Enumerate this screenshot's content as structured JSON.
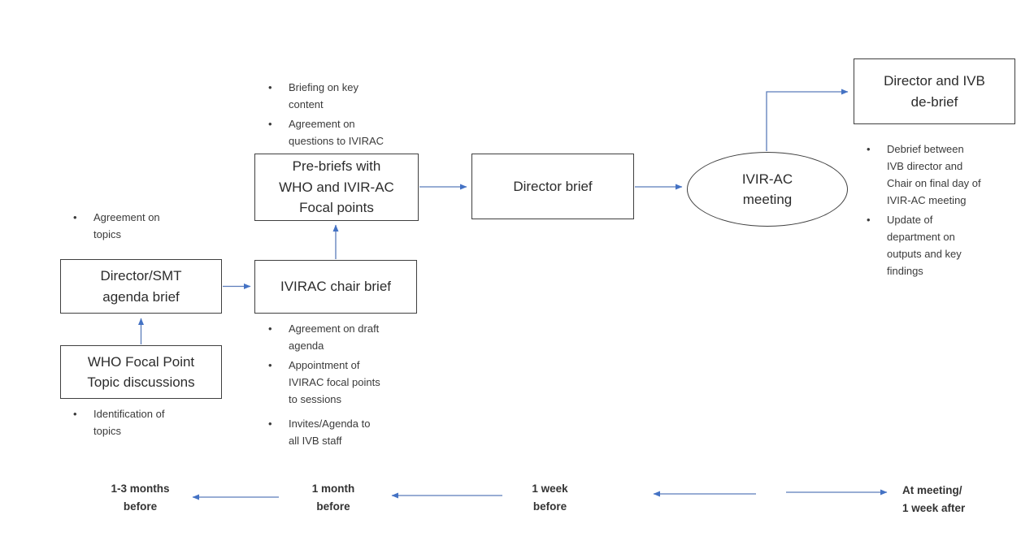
{
  "palette": {
    "arrow_line": "#5b7cba",
    "arrow_head": "#4472c4",
    "box_border": "#3f3f3f",
    "text": "#2d2d2d"
  },
  "nodes": {
    "who_focal": {
      "label": "WHO Focal Point\nTopic discussions"
    },
    "director_smt": {
      "label": "Director/SMT\nagenda brief"
    },
    "ivirac_chair": {
      "label": "IVIRAC chair brief"
    },
    "pre_briefs": {
      "label": "Pre-briefs with\nWHO and IVIR-AC\nFocal points"
    },
    "director_brief": {
      "label": "Director brief"
    },
    "ivirac_meeting": {
      "label": "IVIR-AC\nmeeting"
    },
    "debrief": {
      "label": "Director and IVB\nde-brief"
    }
  },
  "notes": {
    "agreement_topics": {
      "items": [
        "Agreement on\ntopics"
      ]
    },
    "identification": {
      "items": [
        "Identification of\ntopics"
      ]
    },
    "prebrief_notes": {
      "items": [
        "Briefing on key\ncontent",
        "Agreement on\nquestions to IVIRAC"
      ]
    },
    "chair_notes": {
      "items": [
        "Agreement on draft\nagenda",
        "Appointment of\nIVIRAC focal points\nto sessions",
        "Invites/Agenda to\nall IVB staff"
      ]
    },
    "debrief_notes": {
      "items": [
        "Debrief between\nIVB director and\nChair on final day of\nIVIR-AC meeting",
        "Update of\ndepartment on\noutputs and key\nfindings"
      ]
    }
  },
  "timeline": {
    "labels": [
      "1-3 months\nbefore",
      "1 month\nbefore",
      "1 week\nbefore",
      "At meeting/\n1 week after"
    ]
  }
}
